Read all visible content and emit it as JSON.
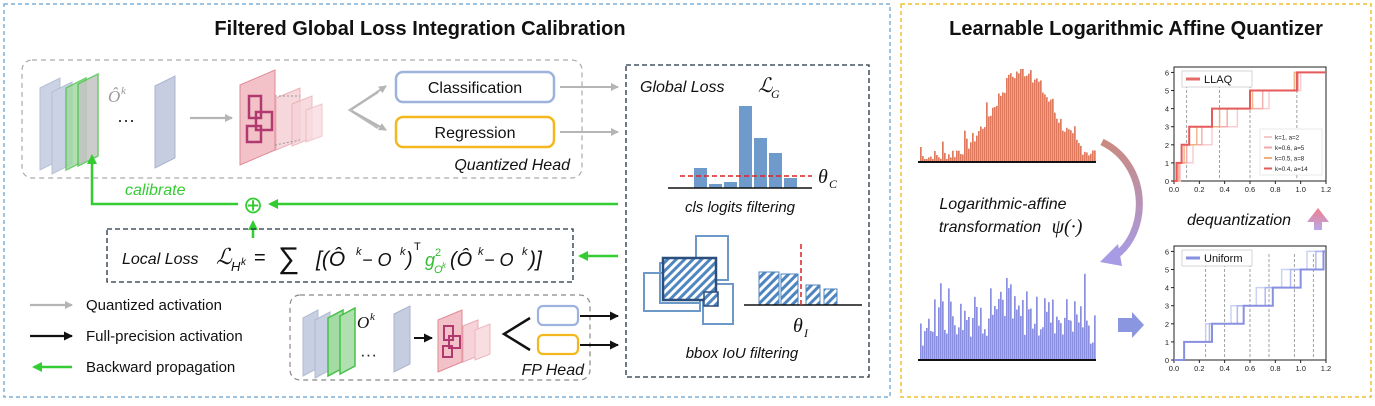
{
  "left_panel": {
    "title": "Filtered Global Loss Integration Calibration",
    "quantized_head": {
      "feature_symbol": "Ô",
      "feature_sup": "k",
      "ellipsis": "···",
      "classification_label": "Classification",
      "regression_label": "Regression",
      "caption": "Quantized Head"
    },
    "calibrate_label": "calibrate",
    "oplus_symbol": "⊕",
    "local_loss": {
      "label": "Local Loss",
      "formula_L": "ℒ",
      "formula_sub": "H",
      "formula_subsup": "k",
      "formula_eq": "=",
      "sum": "∑",
      "open": "[(Ô",
      "k1": "k",
      "minus1": " − O",
      "k2": "k",
      "close1": ")",
      "T": "T",
      "g": "g",
      "g_sup": "2",
      "g_sub": "O",
      "g_subsup": "k",
      "open2": "(Ô",
      "k3": "k",
      "minus2": " − O",
      "k4": "k",
      "close2": ")]"
    },
    "legend": {
      "quantized": "Quantized activation",
      "full_precision": "Full-precision activation",
      "backward": "Backward propagation"
    },
    "fp_head": {
      "feature_symbol": "O",
      "feature_sup": "k",
      "ellipsis": "···",
      "caption": "FP Head"
    },
    "global_loss": {
      "label": "Global Loss",
      "symbol": "ℒ",
      "symbol_sub": "G",
      "cls_caption": "cls logits filtering",
      "cls_threshold": "θ",
      "cls_threshold_sub": "C",
      "bbox_caption": "bbox IoU filtering",
      "bbox_threshold": "θ",
      "bbox_threshold_sub": "I"
    }
  },
  "right_panel": {
    "title": "Learnable Logarithmic Affine Quantizer",
    "transform_label_1": "Logarithmic-affine",
    "transform_label_2": "transformation",
    "transform_symbol": "ψ(·)",
    "dequant_label": "dequantization",
    "llaq_chart": {
      "legend_main": "LLAQ",
      "legend_entries": [
        "k=1, a=2",
        "k=0.6, a=5",
        "k=0.5, a=8",
        "k=0.4, a=14"
      ],
      "x_ticks": [
        "0.0",
        "0.2",
        "0.4",
        "0.6",
        "0.8",
        "1.0",
        "1.2"
      ],
      "y_ticks": [
        "0",
        "1",
        "2",
        "3",
        "4",
        "5",
        "6"
      ]
    },
    "uniform_chart": {
      "legend_main": "Uniform",
      "x_ticks": [
        "0.0",
        "0.2",
        "0.4",
        "0.6",
        "0.8",
        "1.0",
        "1.2"
      ],
      "y_ticks": [
        "0",
        "1",
        "2",
        "3",
        "4",
        "5",
        "6"
      ]
    }
  },
  "colors": {
    "left_border": "#7fb0d8",
    "right_border": "#f0c030",
    "green": "#33cc33",
    "gray_arrow": "#b0b0b0",
    "classification_box": "#9db2dc",
    "regression_box": "#f2b81e",
    "bar_blue": "#6f9bcc",
    "hist_orange": "#e07a5f",
    "hist_purple": "#8a8fe0",
    "threshold_red": "#dd2222"
  }
}
